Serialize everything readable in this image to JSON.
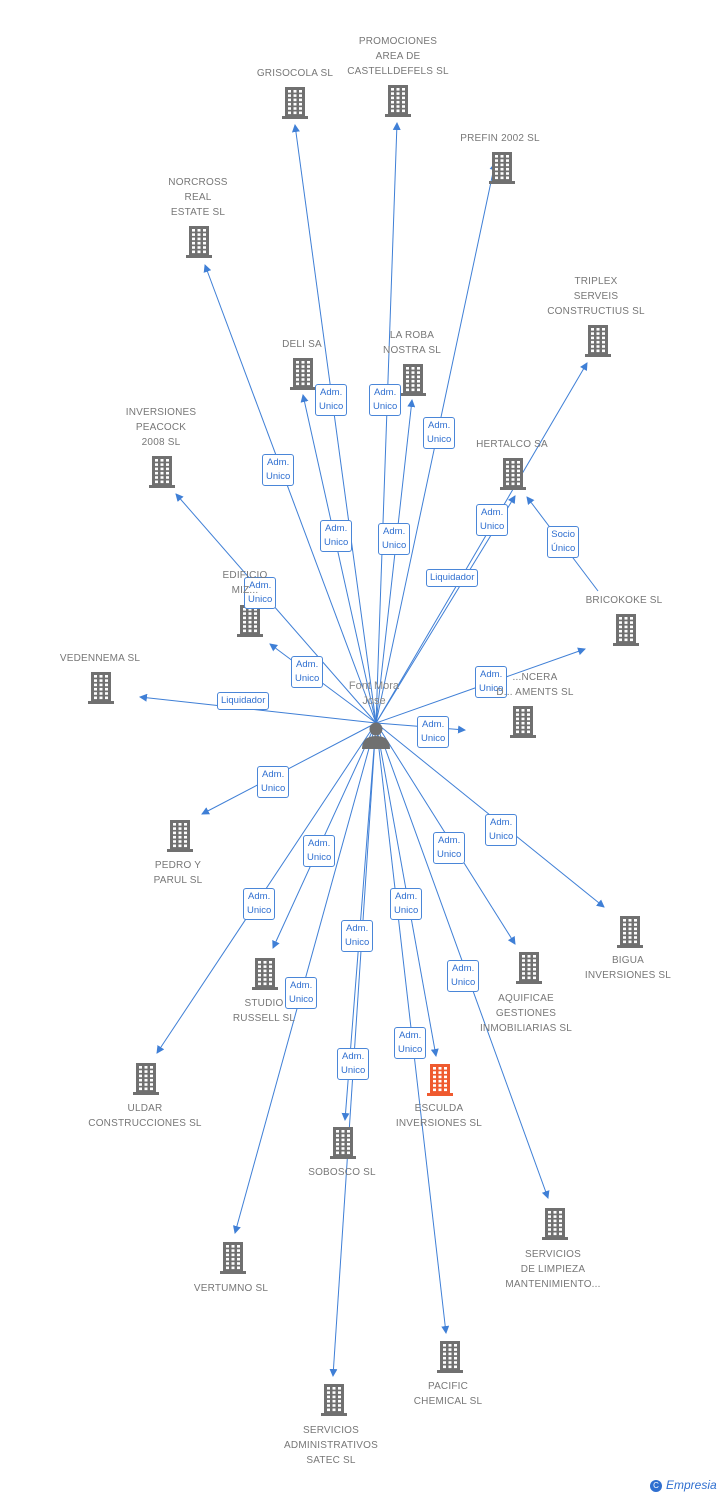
{
  "colors": {
    "edge": "#3f7fd6",
    "building": "#707070",
    "highlight": "#ef5a2f",
    "person": "#707070"
  },
  "center": {
    "label": "Font Mora\nJose"
  },
  "nodes": [
    {
      "id": "grisocola",
      "label": "GRISOCOLA SL"
    },
    {
      "id": "promociones",
      "label": "PROMOCIONES\nAREA DE\nCASTELLDEFELS SL"
    },
    {
      "id": "prefin",
      "label": "PREFIN 2002 SL"
    },
    {
      "id": "norcross",
      "label": "NORCROSS\nREAL\nESTATE SL"
    },
    {
      "id": "triplex",
      "label": "TRIPLEX\nSERVEIS\nCONSTRUCTIUS SL"
    },
    {
      "id": "deli",
      "label": "DELI SA"
    },
    {
      "id": "laroba",
      "label": "LA ROBA\nNOSTRA SL"
    },
    {
      "id": "hertalco",
      "label": "HERTALCO SA"
    },
    {
      "id": "inversiones_peacock",
      "label": "INVERSIONES\nPEACOCK\n2008 SL"
    },
    {
      "id": "edificio",
      "label": "EDIFICIO\nMIZ..."
    },
    {
      "id": "bricokoke",
      "label": "BRICOKOKE SL"
    },
    {
      "id": "vedennema",
      "label": "VEDENNEMA SL"
    },
    {
      "id": "cancera",
      "label": "...NCERA\nD... AMENTS SL"
    },
    {
      "id": "pedro",
      "label": "PEDRO Y\nPARUL SL"
    },
    {
      "id": "bigua",
      "label": "BIGUA\nINVERSIONES SL"
    },
    {
      "id": "studio",
      "label": "STUDIO\nRUSSELL SL"
    },
    {
      "id": "aquificae",
      "label": "AQUIFICAE\nGESTIONES\nINMOBILIARIAS SL"
    },
    {
      "id": "uldar",
      "label": "ULDAR\nCONSTRUCCIONES SL"
    },
    {
      "id": "esculda",
      "label": "ESCULDA\nINVERSIONES SL",
      "highlight": true
    },
    {
      "id": "sobosco",
      "label": "SOBOSCO SL"
    },
    {
      "id": "servicios_limpieza",
      "label": "SERVICIOS\nDE LIMPIEZA\nMANTENIMIENTO..."
    },
    {
      "id": "vertumno",
      "label": "VERTUMNO SL"
    },
    {
      "id": "pacific",
      "label": "PACIFIC\nCHEMICAL SL"
    },
    {
      "id": "servicios_admin",
      "label": "SERVICIOS\nADMINISTRATIVOS\nSATEC SL"
    }
  ],
  "edges": [
    {
      "to": "grisocola",
      "label": "Adm.\nUnico"
    },
    {
      "to": "promociones",
      "label": "Adm.\nUnico"
    },
    {
      "to": "prefin",
      "label": "Adm.\nUnico"
    },
    {
      "to": "norcross",
      "label": "Adm.\nUnico"
    },
    {
      "to": "triplex",
      "label": "Liquidador"
    },
    {
      "to": "deli",
      "label": "Adm.\nUnico"
    },
    {
      "to": "laroba",
      "label": "Adm.\nUnico"
    },
    {
      "to": "hertalco",
      "label": "Adm.\nUnico"
    },
    {
      "to": "inversiones_peacock",
      "label": "Adm.\nUnico"
    },
    {
      "to": "edificio",
      "label": "Adm.\nUnico"
    },
    {
      "to": "bricokoke",
      "label": "Adm.\nUnico"
    },
    {
      "to": "vedennema",
      "label": "Liquidador"
    },
    {
      "to": "cancera",
      "label": "Adm.\nUnico"
    },
    {
      "to": "pedro",
      "label": "Adm.\nUnico"
    },
    {
      "to": "bigua",
      "label": "Adm.\nUnico"
    },
    {
      "to": "studio",
      "label": "Adm.\nUnico"
    },
    {
      "to": "aquificae",
      "label": "Adm.\nUnico"
    },
    {
      "to": "uldar",
      "label": "Adm.\nUnico"
    },
    {
      "to": "esculda",
      "label": "Adm.\nUnico"
    },
    {
      "to": "sobosco",
      "label": "Adm.\nUnico"
    },
    {
      "to": "servicios_limpieza",
      "label": "Adm.\nUnico"
    },
    {
      "to": "vertumno",
      "label": "Adm.\nUnico"
    },
    {
      "to": "pacific",
      "label": "Adm.\nUnico"
    },
    {
      "to": "servicios_admin",
      "label": "Adm.\nUnico"
    },
    {
      "from": "bricokoke",
      "to": "hertalco",
      "label": "Socio\nÚnico"
    }
  ],
  "brand": {
    "text": "Empresia",
    "mark": "C"
  }
}
